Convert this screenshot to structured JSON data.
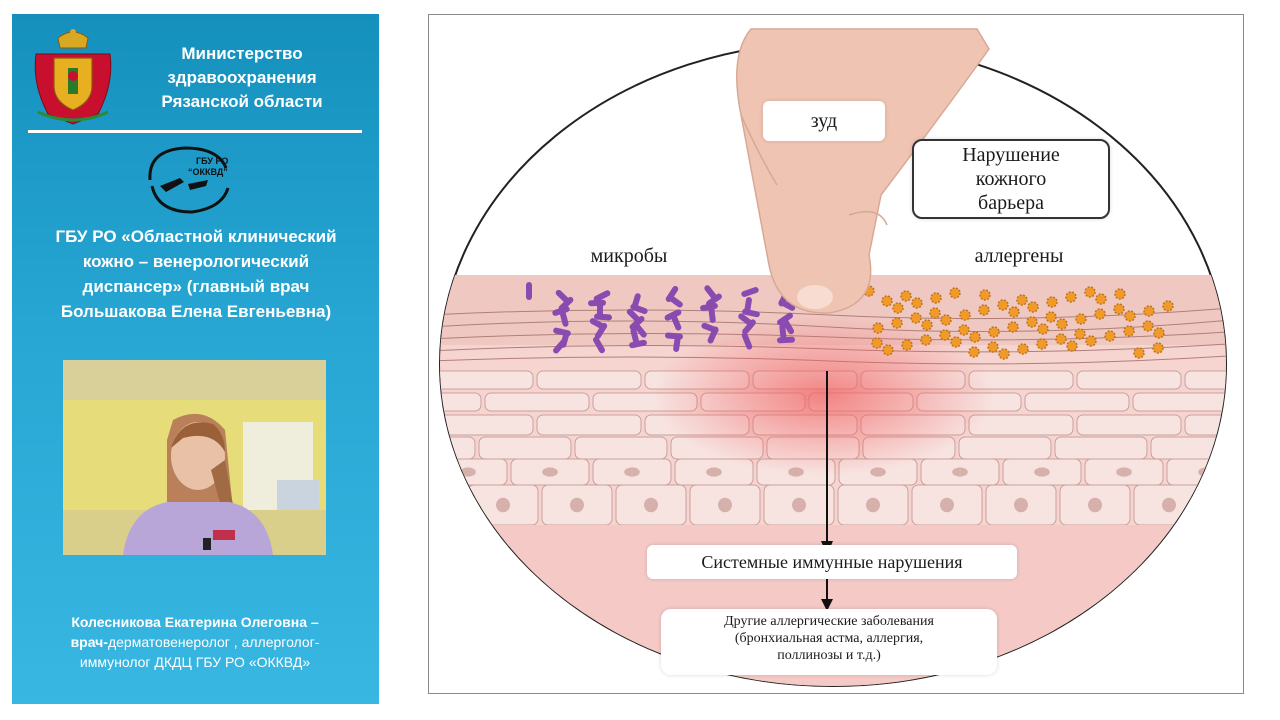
{
  "sidebar": {
    "ministry_lines": [
      "Министерство",
      "здравоохранения",
      "Рязанской области"
    ],
    "logo_text_top": "ГБУ РО",
    "logo_text_bottom": "“ОККВД”",
    "org_lines": [
      "ГБУ РО «Областной клинический",
      "кожно – венерологический",
      "диспансер» (главный врач",
      "Большакова Елена Евгеньевна)"
    ],
    "author": {
      "name": "Колесникова Екатерина Олеговна –",
      "role_bold": "врач-",
      "role_rest": "дерматовенеролог ,  аллерголог-",
      "line3": "иммунолог ДКДЦ  ГБУ РО «ОККВД»"
    }
  },
  "slide": {
    "labels": {
      "itch": "зуд",
      "barrier_lines": [
        "Нарушение",
        "кожного",
        "барьера"
      ],
      "microbes": "микробы",
      "allergens": "аллергены",
      "systemic": "Системные иммунные нарушения",
      "other_lines": [
        "Другие аллергические заболевания",
        "(бронхиальная астма, аллергия,",
        "поллинозы и т.д.)"
      ]
    }
  },
  "colors": {
    "sidebar_top": "#1590bd",
    "sidebar_bottom": "#39b7e3",
    "skin_pink": "#f2c2bf",
    "inflammation_red": "#f07070",
    "microbe_purple": "#8a4bb0",
    "allergen_orange": "#f09a2a"
  }
}
